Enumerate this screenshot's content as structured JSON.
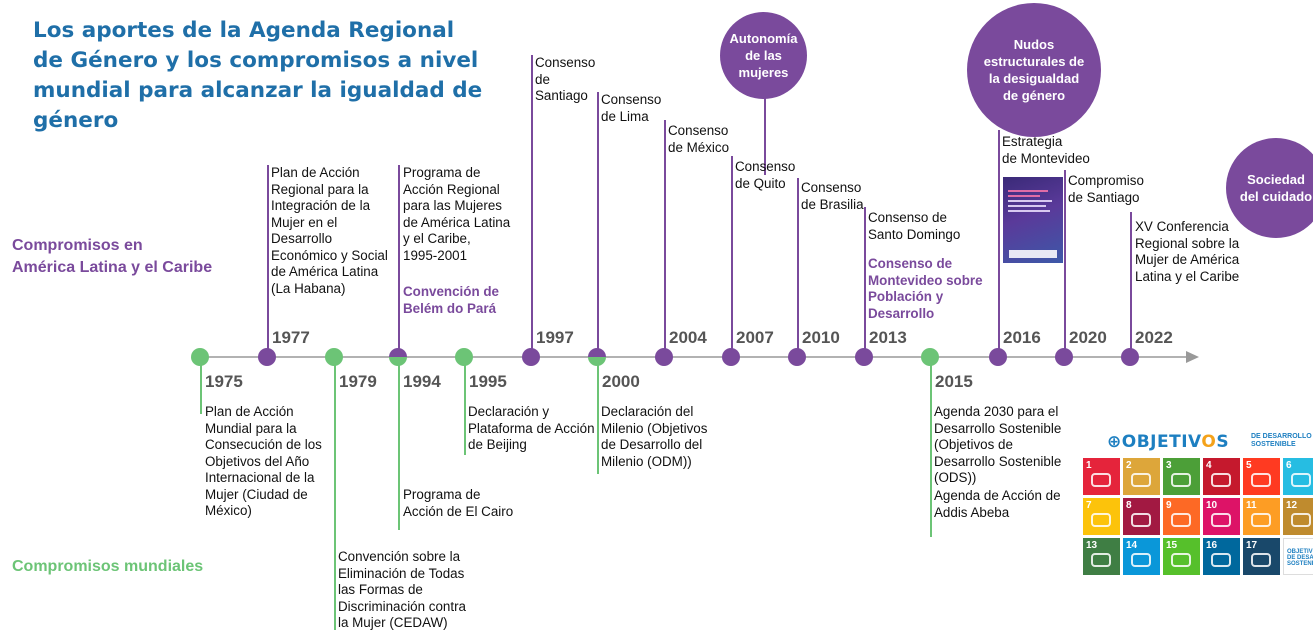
{
  "title": "Los aportes de la Agenda Regional de Género y los compromisos a nivel mundial para alcanzar la igualdad de género",
  "side_labels": {
    "regional": "Compromisos en\nAmérica Latina y el Caribe",
    "mundial": "Compromisos mundiales"
  },
  "colors": {
    "regional": "#7a4a9c",
    "mundial": "#6cc476",
    "axis": "#999999",
    "title": "#1f6fa8"
  },
  "milestones": [
    {
      "year": "1975",
      "group": "mundial",
      "text": "Plan de Acción\nMundial para la\nConsecución de los\nObjetivos del Año\nInternacional de la\nMujer (Ciudad de\nMéxico)"
    },
    {
      "year": "1977",
      "group": "regional",
      "text": "Plan de Acción\nRegional para la\nIntegración de la\nMujer en el\nDesarrollo\nEconómico y Social\nde América Latina\n(La Habana)"
    },
    {
      "year": "1979",
      "group": "mundial",
      "text": "Convención sobre la\nEliminación de Todas\nlas Formas de\nDiscriminación contra\nla Mujer (CEDAW)"
    },
    {
      "year": "1994",
      "group": "both",
      "text": "Programa de\nAcción Regional\npara las Mujeres\nde América Latina\ny el Caribe,\n1995-2001",
      "highlight": "Convención de\nBelém do Pará",
      "text_below": "Programa de\nAcción de El Cairo"
    },
    {
      "year": "1995",
      "group": "mundial",
      "text": "Declaración y\nPlataforma de Acción\nde Beijing"
    },
    {
      "year": "1997",
      "group": "regional",
      "text": "Consenso\nde\nSantiago"
    },
    {
      "year": "2000",
      "group": "both",
      "text": "Consenso\nde Lima",
      "text_below": "Declaración del\nMilenio (Objetivos\nde Desarrollo del\nMilenio (ODM))"
    },
    {
      "year": "2004",
      "group": "regional",
      "text": "Consenso\nde México"
    },
    {
      "year": "2007",
      "group": "regional",
      "text": "Consenso\nde Quito",
      "theme": "Autonomía\nde las\nmujeres"
    },
    {
      "year": "2010",
      "group": "regional",
      "text": "Consenso\nde Brasilia"
    },
    {
      "year": "2013",
      "group": "regional",
      "text": "Consenso de\nSanto Domingo",
      "highlight": "Consenso de\nMontevideo sobre\nPoblación y\nDesarrollo"
    },
    {
      "year": "2015",
      "group": "mundial",
      "text": "Agenda 2030 para el\nDesarrollo Sostenible\n(Objetivos de\nDesarrollo Sostenible\n(ODS))",
      "text2": "Agenda de Acción de\nAddis Abeba"
    },
    {
      "year": "2016",
      "group": "regional",
      "text": "Estrategia\nde Montevideo",
      "theme": "Nudos\nestructurales de\nla desigualdad\nde género"
    },
    {
      "year": "2020",
      "group": "regional",
      "text": "Compromiso\nde Santiago"
    },
    {
      "year": "2022",
      "group": "regional",
      "text": "XV Conferencia\nRegional sobre la\nMujer de América\nLatina y el Caribe",
      "theme": "Sociedad\ndel cuidado"
    }
  ],
  "sdg": {
    "heading_prefix": "OBJETIV",
    "heading_o": "O",
    "heading_suffix": "S",
    "heading_small": "DE DESARROLLO\nSOSTENIBLE",
    "tiles": [
      {
        "n": "1",
        "color": "#e5243b"
      },
      {
        "n": "2",
        "color": "#dda63a"
      },
      {
        "n": "3",
        "color": "#4c9f38"
      },
      {
        "n": "4",
        "color": "#c5192d"
      },
      {
        "n": "5",
        "color": "#ff3a21"
      },
      {
        "n": "6",
        "color": "#26bde2"
      },
      {
        "n": "7",
        "color": "#fcc30b"
      },
      {
        "n": "8",
        "color": "#a21942"
      },
      {
        "n": "9",
        "color": "#fd6925"
      },
      {
        "n": "10",
        "color": "#dd1367"
      },
      {
        "n": "11",
        "color": "#fd9d24"
      },
      {
        "n": "12",
        "color": "#bf8b2e"
      },
      {
        "n": "13",
        "color": "#3f7e44"
      },
      {
        "n": "14",
        "color": "#0a97d9"
      },
      {
        "n": "15",
        "color": "#56c02b"
      },
      {
        "n": "16",
        "color": "#00689d"
      },
      {
        "n": "17",
        "color": "#19486a"
      },
      {
        "n": "",
        "color": "#ffffff"
      }
    ],
    "last_tile_text": "OBJETIVOS\nDE DESARROLLO\nSOSTENIBLE"
  }
}
